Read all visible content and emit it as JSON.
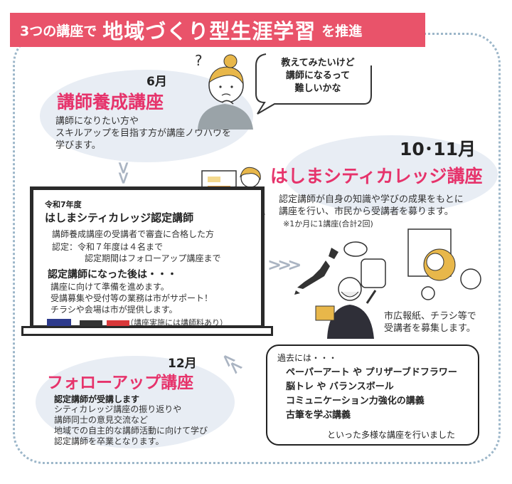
{
  "header": {
    "prefix": "3つの講座で",
    "main": "地域づくり型生涯学習",
    "suffix": "を推進"
  },
  "speech_bubble": {
    "lines": [
      "教えてみたいけど",
      "講師になるって",
      "難しいかな"
    ]
  },
  "section_june": {
    "month": "6月",
    "title": "講師養成講座",
    "desc": [
      "講師になりたい方や",
      "スキルアップを目指す方が講座ノウハウを",
      "学びます。"
    ]
  },
  "section_oct": {
    "month": "10･11月",
    "title": "はしまシティカレッジ講座",
    "desc": [
      "認定講師が自身の知識や学びの成果をもとに",
      "講座を行い、市民から受講者を募ります。"
    ],
    "note": "※1か月に1講座(合計2回)"
  },
  "board": {
    "year": "令和7年度",
    "title": "はしまシティカレッジ認定講師",
    "line1": "講師養成講座の受講者で審査に合格した方",
    "line2": "認定：令和７年度は４名まで",
    "line3": "認定期間はフォローアップ講座まで",
    "after_title": "認定講師になった後は・・・",
    "after_lines": [
      "講座に向けて準備を進めます。",
      "受講募集や受付等の業務は市がサポート！",
      "チラシや会場は市が提供します。"
    ],
    "fee_note": "（講座実施には講師料あり）"
  },
  "recruit": {
    "lines": [
      "市広報紙、チラシ等で",
      "受講者を募集します。"
    ]
  },
  "section_dec": {
    "month": "12月",
    "title": "フォローアップ講座",
    "lead": "認定講師が受講します",
    "desc": [
      "シティカレッジ講座の振り返りや",
      "講師同士の意見交流など",
      "地域での自主的な講師活動に向けて学び",
      "認定講師を卒業となります。"
    ]
  },
  "past": {
    "intro": "過去には・・・",
    "items": [
      "ペーパーアート や プリザーブドフラワー",
      "脳トレ や バランスボール",
      "コミュニケーション力強化の講義",
      "古筆を学ぶ講義"
    ],
    "outro": "といった多様な講座を行いました"
  },
  "colors": {
    "accent": "#e6336b",
    "header_bg": "#e9536a",
    "frame": "#9cb6c9",
    "blob": "#e8edf4",
    "ochre": "#e8b74a"
  },
  "icons": [
    "chevron-down-icon",
    "chevron-right-icon",
    "chevron-left-icon",
    "thinking-person-icon",
    "presenter-icon",
    "lecturer-icon",
    "japan-map-icon",
    "hobby-items-icon"
  ]
}
